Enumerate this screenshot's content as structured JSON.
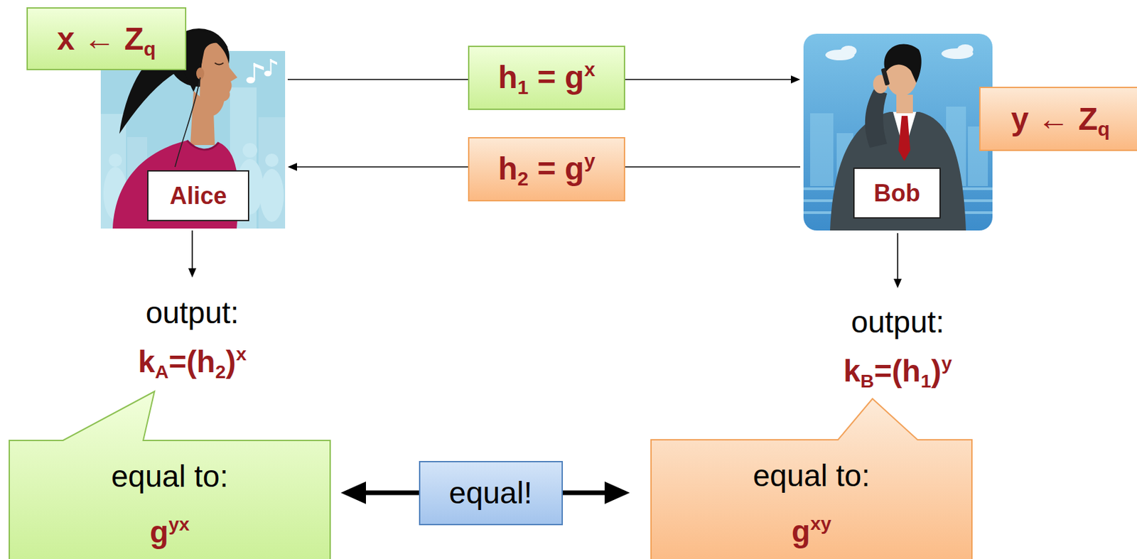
{
  "diagram": {
    "nodes": [
      {
        "text": [
          "x ← Zq"
        ]
      },
      {
        "text": [
          "Alice"
        ]
      },
      {
        "text": [
          "Bob"
        ]
      },
      {
        "text": [
          "y ← Zq"
        ]
      },
      {
        "text": [
          "equal to:",
          "gyx"
        ]
      },
      {
        "text": [
          "equal to:",
          "gxy"
        ]
      }
    ],
    "edges": [
      {
        "from": 1,
        "to": 2,
        "label": "h1 = gx",
        "arrow": "to"
      },
      {
        "from": 2,
        "to": 1,
        "label": "h2 = gy",
        "arrow": "to"
      },
      {
        "from": 4,
        "to": 5,
        "label": "equal!",
        "arrow": "both"
      }
    ],
    "labels": [
      "output:",
      "kA=(h2)x",
      "output:",
      "kB=(h1)y"
    ]
  }
}
